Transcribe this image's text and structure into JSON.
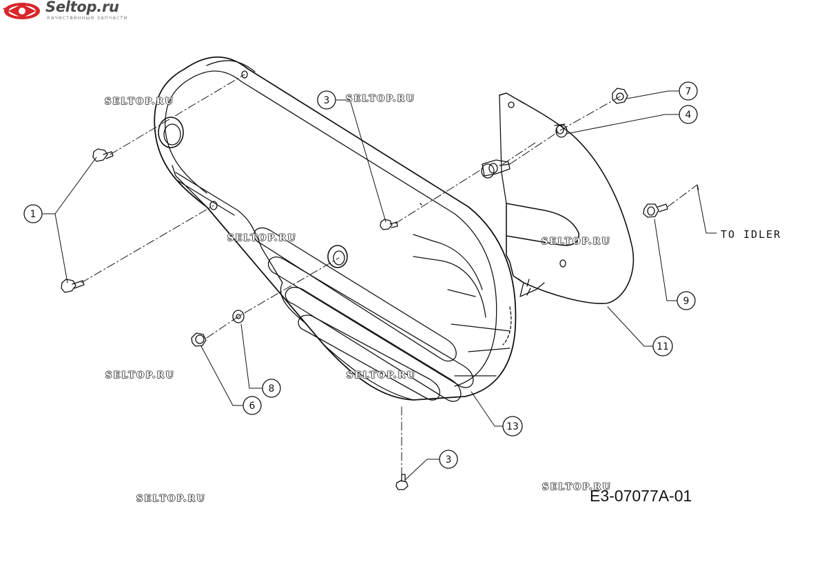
{
  "logo": {
    "brand": "Seltop.ru",
    "tagline": "качественные запчасти",
    "accent_color": "#d8262a"
  },
  "watermark_text": "SELTOP.RU",
  "drawing_code": "E3-07077A-01",
  "note": "TO IDLER",
  "callouts": [
    "1",
    "3",
    "3",
    "4",
    "6",
    "7",
    "8",
    "9",
    "11",
    "13"
  ]
}
